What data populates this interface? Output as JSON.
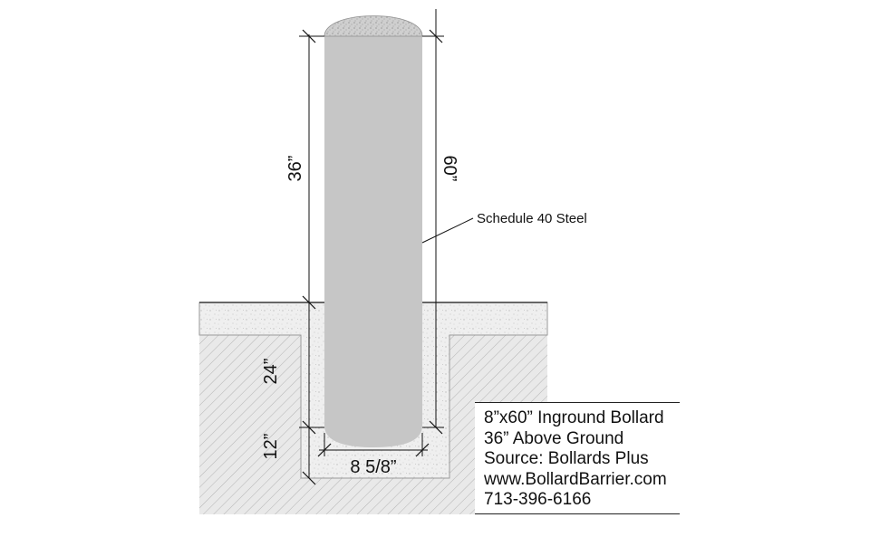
{
  "dimensions": {
    "above_ground": "36”",
    "total_height": "60”",
    "embedment": "24”",
    "footing_depth": "12”",
    "diameter": "8 5/8”"
  },
  "callout": {
    "material": "Schedule 40 Steel"
  },
  "info_box": {
    "lines": [
      "8”x60” Inground Bollard",
      "36” Above Ground",
      "Source: Bollards Plus",
      "www.BollardBarrier.com",
      "713-396-6166"
    ]
  },
  "colors": {
    "bollard": "#c6c6c6",
    "concrete": "#eeeeee",
    "soil": "#e6e6e6",
    "line": "#111111"
  }
}
